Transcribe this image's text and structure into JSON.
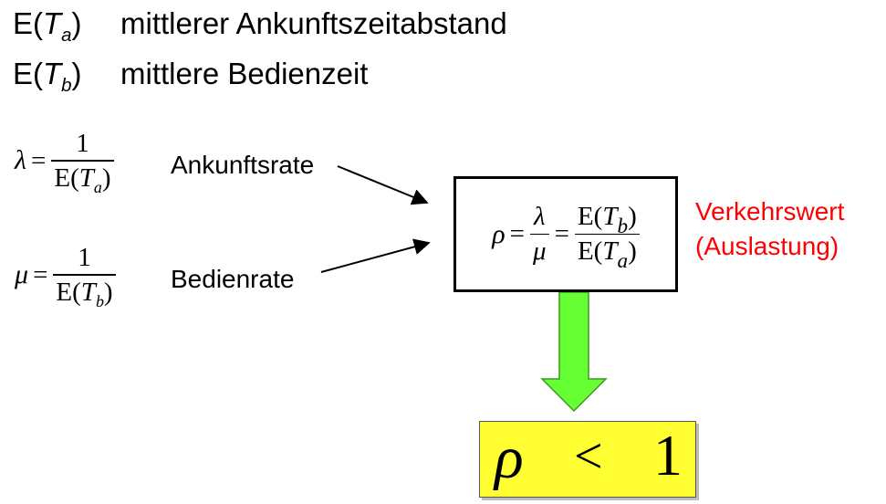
{
  "definitions": [
    {
      "symbol_base": "E(",
      "symbol_var": "T",
      "symbol_sub": "a",
      "symbol_close": ")",
      "text": "mittlerer Ankunftszeitabstand"
    },
    {
      "symbol_base": "E(",
      "symbol_var": "T",
      "symbol_sub": "b",
      "symbol_close": ")",
      "text": "mittlere Bedienzeit"
    }
  ],
  "lambda_formula": {
    "lhs": "λ",
    "eq": "=",
    "numerator": "1",
    "den_base": "E(",
    "den_var": "T",
    "den_sub": "a",
    "den_close": ")",
    "label": "Ankunftsrate"
  },
  "mu_formula": {
    "lhs": "μ",
    "eq": "=",
    "numerator": "1",
    "den_base": "E(",
    "den_var": "T",
    "den_sub": "b",
    "den_close": ")",
    "label": "Bedienrate"
  },
  "rho_formula": {
    "lhs": "ρ",
    "eq1": "=",
    "num1": "λ",
    "den1": "μ",
    "eq2": "=",
    "num2_base": "E(",
    "num2_var": "T",
    "num2_sub": "b",
    "num2_close": ")",
    "den2_base": "E(",
    "den2_var": "T",
    "den2_sub": "a",
    "den2_close": ")"
  },
  "traffic_label": {
    "line1": "Verkehrswert",
    "line2": "(Auslastung)"
  },
  "condition": {
    "lhs": "ρ",
    "op": "<",
    "rhs": "1"
  },
  "colors": {
    "arrow_fill": "#66ff33",
    "condition_box": "#ffff33",
    "label_red": "#ff0000"
  }
}
